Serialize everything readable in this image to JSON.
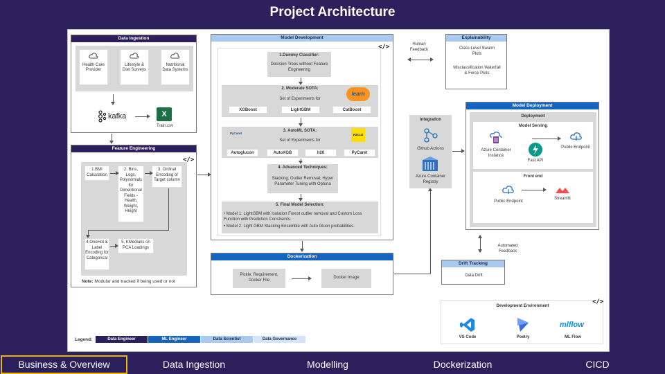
{
  "title": "Project Architecture",
  "ingestion": {
    "header": "Data Ingestion",
    "sources": [
      "Health Care Provider",
      "Lifestyle & Diet Surveys",
      "Nutritional Data Systems"
    ],
    "kafka": "kafka",
    "file": "Train.csv"
  },
  "feature": {
    "header": "Feature Engineering",
    "steps": [
      "1.BMI Calculation",
      "2. Bins, Logs, Polynomials for Dimentional Fields - Health, Weight, Height",
      "3. Ordinal Encoding of Target column",
      "4.OneHot & Label Encoding for Categorical",
      "5. KMedians on PCA Loadings"
    ],
    "note_bold": "Note:",
    "note": " Modular and tracked if being used or not"
  },
  "model": {
    "header": "Model Development",
    "dummy_title": "1.Dummy Classifier:",
    "dummy_text": "Decision Trees without Feature Engineering",
    "sota_title": "2. Moderate SOTA:",
    "sota_text": "Set of Experiments for",
    "sota_items": [
      "XGBoost",
      "LightGBM",
      "CatBoost"
    ],
    "sklearn_logo": "learn",
    "automl_title": "3. AutoML SOTA:",
    "automl_text": "Set of Experiments for",
    "automl_items": [
      "Autoglucon",
      "AutoXGB",
      "h20",
      "PyCaret"
    ],
    "pycaret_logo": "PyCaret",
    "h2o_logo": "H2O.ai",
    "adv_title": "4. Advanced Techniques:",
    "adv_text": "Stacking, Outlier Removal, Hyper Parameter Tuning with Optuna",
    "final_title": "5. Final Model Selection:",
    "final_lines": [
      "• Model 1:  LightGBM with Isolation Forest outlier removal and Custom Loss Function with Prediction Constraints.",
      "• Model 2:  Light GBM Stacking Ensemble with Auto Gluon probabilities."
    ]
  },
  "human_feedback": "Human Feedback",
  "explain": {
    "header": "Explainability",
    "items": [
      "Class Level Swarm Plots",
      "Misclassification Waterfall & Force Plots"
    ]
  },
  "integration": {
    "header": "Integration",
    "github": "Github Actions",
    "registry": "Azure Container Registry"
  },
  "deploy": {
    "header": "Model Deployment",
    "inner_header": "Deployment",
    "serving": "Model Serving",
    "aci": "Azure Container Instance",
    "fastapi": "Fast API",
    "endpoint": "Public Endpoint",
    "frontend": "Front end",
    "endpoint2": "Public Endpoint",
    "streamlit": "Streamlit"
  },
  "automated_feedback": "Automated Feedback",
  "docker": {
    "header": "Dockerization",
    "left": "Pickle, Requirement, Docker File",
    "right": "Docker Image"
  },
  "drift": {
    "header": "Drift Tracking",
    "text": "Data Drift"
  },
  "devenv": {
    "header": "Development Environment",
    "tools": [
      "VS Code",
      "Poetry",
      "ML Flow"
    ],
    "mlflow_logo": "mlflow"
  },
  "legend": {
    "label": "Legend:",
    "items": [
      "Data Engineer",
      "ML Engineer",
      "Data Scientist",
      "Data Governance"
    ]
  },
  "code_symbol": "</>",
  "nav": [
    "Business & Overview",
    "Data Ingestion",
    "Modelling",
    "Dockerization",
    "CICD"
  ],
  "colors": {
    "background": "#2b1f5c",
    "data_engineer": "#2b1f5c",
    "ml_engineer": "#1565c0",
    "data_scientist": "#a9c9ef",
    "data_governance": "#d6e4f7",
    "active_tab": "#f0b400"
  }
}
